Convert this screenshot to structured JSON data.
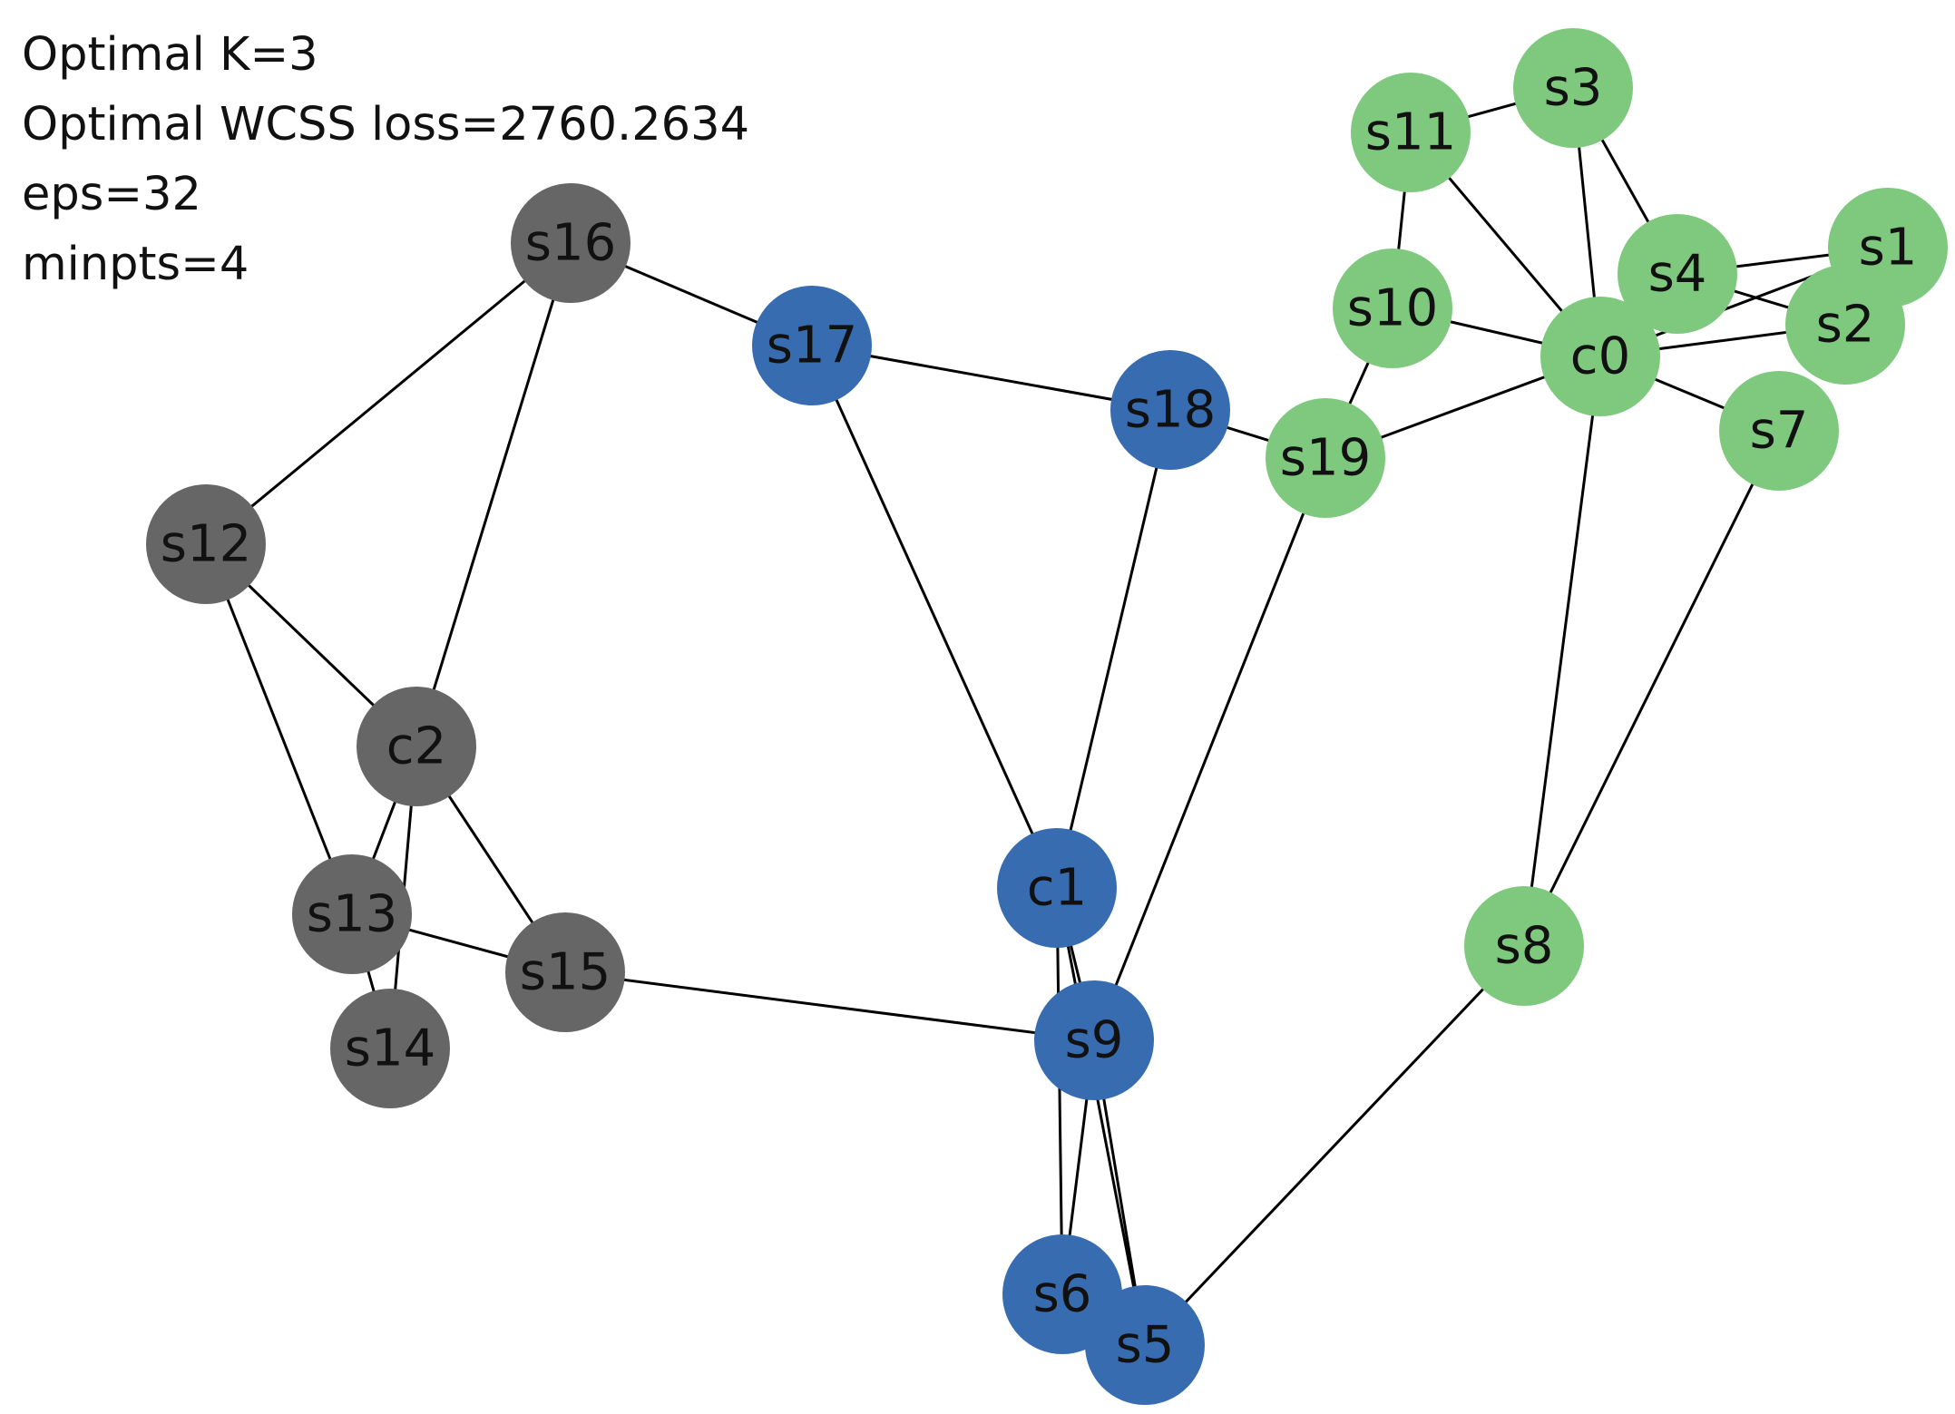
{
  "info": {
    "optimal_k": "Optimal K=3",
    "optimal_wcss": "Optimal WCSS loss=2760.2634",
    "eps": "eps=32",
    "minpts": "minpts=4"
  },
  "cluster_colors": {
    "cluster_0": "#7fc97f",
    "cluster_1": "#386cb0",
    "cluster_2": "#666666"
  },
  "nodes": [
    {
      "id": "c0",
      "label": "c0",
      "cluster": "cluster_0"
    },
    {
      "id": "s1",
      "label": "s1",
      "cluster": "cluster_0"
    },
    {
      "id": "s2",
      "label": "s2",
      "cluster": "cluster_0"
    },
    {
      "id": "s3",
      "label": "s3",
      "cluster": "cluster_0"
    },
    {
      "id": "s4",
      "label": "s4",
      "cluster": "cluster_0"
    },
    {
      "id": "s7",
      "label": "s7",
      "cluster": "cluster_0"
    },
    {
      "id": "s8",
      "label": "s8",
      "cluster": "cluster_0"
    },
    {
      "id": "s10",
      "label": "s10",
      "cluster": "cluster_0"
    },
    {
      "id": "s11",
      "label": "s11",
      "cluster": "cluster_0"
    },
    {
      "id": "s19",
      "label": "s19",
      "cluster": "cluster_0"
    },
    {
      "id": "c1",
      "label": "c1",
      "cluster": "cluster_1"
    },
    {
      "id": "s5",
      "label": "s5",
      "cluster": "cluster_1"
    },
    {
      "id": "s6",
      "label": "s6",
      "cluster": "cluster_1"
    },
    {
      "id": "s9",
      "label": "s9",
      "cluster": "cluster_1"
    },
    {
      "id": "s17",
      "label": "s17",
      "cluster": "cluster_1"
    },
    {
      "id": "s18",
      "label": "s18",
      "cluster": "cluster_1"
    },
    {
      "id": "c2",
      "label": "c2",
      "cluster": "cluster_2"
    },
    {
      "id": "s12",
      "label": "s12",
      "cluster": "cluster_2"
    },
    {
      "id": "s13",
      "label": "s13",
      "cluster": "cluster_2"
    },
    {
      "id": "s14",
      "label": "s14",
      "cluster": "cluster_2"
    },
    {
      "id": "s15",
      "label": "s15",
      "cluster": "cluster_2"
    },
    {
      "id": "s16",
      "label": "s16",
      "cluster": "cluster_2"
    }
  ],
  "edges": [
    [
      "s11",
      "s3"
    ],
    [
      "s11",
      "c0"
    ],
    [
      "s11",
      "s10"
    ],
    [
      "s3",
      "c0"
    ],
    [
      "s3",
      "s4"
    ],
    [
      "s4",
      "s1"
    ],
    [
      "s4",
      "s2"
    ],
    [
      "s1",
      "c0"
    ],
    [
      "s2",
      "c0"
    ],
    [
      "s7",
      "c0"
    ],
    [
      "s10",
      "c0"
    ],
    [
      "s10",
      "s19"
    ],
    [
      "s19",
      "c0"
    ],
    [
      "c0",
      "s8"
    ],
    [
      "s7",
      "s8"
    ],
    [
      "s8",
      "s5"
    ],
    [
      "s16",
      "s17"
    ],
    [
      "s16",
      "s12"
    ],
    [
      "s16",
      "c2"
    ],
    [
      "s17",
      "s18"
    ],
    [
      "s17",
      "c1"
    ],
    [
      "s18",
      "s19"
    ],
    [
      "s18",
      "c1"
    ],
    [
      "s19",
      "s9"
    ],
    [
      "s12",
      "c2"
    ],
    [
      "s12",
      "s13"
    ],
    [
      "c2",
      "s13"
    ],
    [
      "c2",
      "s14"
    ],
    [
      "c2",
      "s15"
    ],
    [
      "s13",
      "s15"
    ],
    [
      "s13",
      "s14"
    ],
    [
      "s15",
      "s9"
    ],
    [
      "c1",
      "s9"
    ],
    [
      "c1",
      "s6"
    ],
    [
      "c1",
      "s5"
    ],
    [
      "s9",
      "s6"
    ],
    [
      "s9",
      "s5"
    ]
  ]
}
